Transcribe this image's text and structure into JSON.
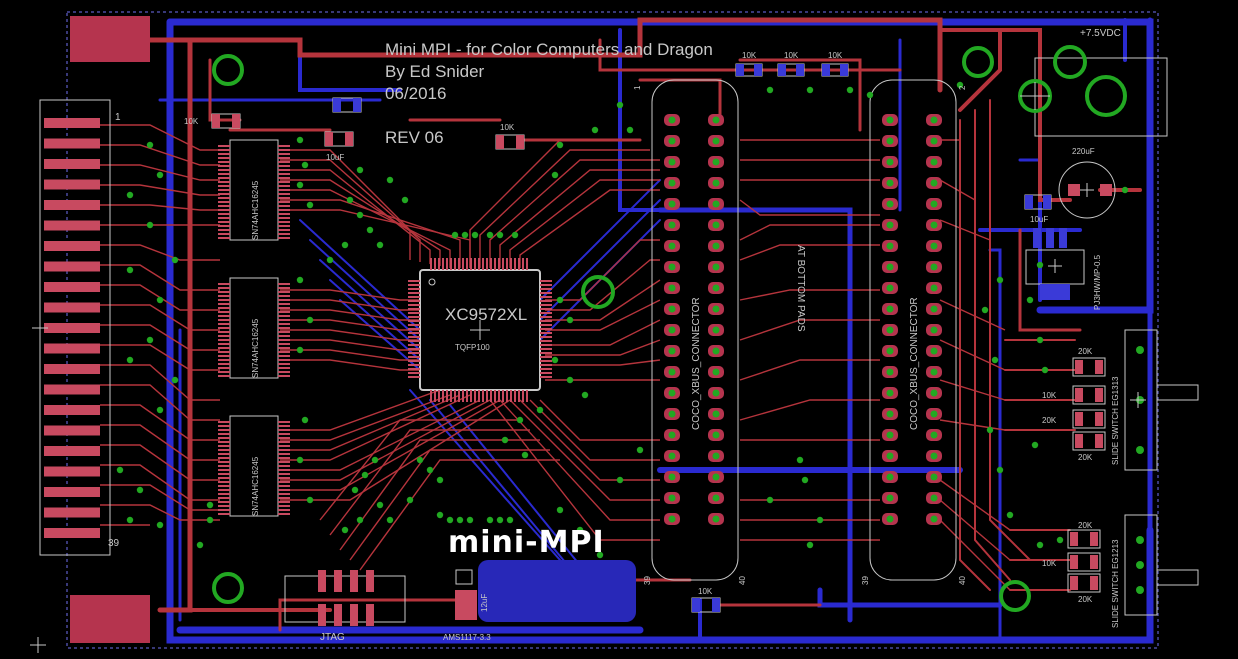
{
  "board": {
    "title_line1": "Mini MPI - for Color Computers and Dragon",
    "title_line2": "By Ed Snider",
    "title_line3": "06/2016",
    "revision": "REV 06",
    "logo": "mini-MPI",
    "power_label": "+7.5VDC",
    "colors": {
      "background": "#000000",
      "top_copper": "#b5343c",
      "bottom_copper": "#2a2ad0",
      "via": "#22a822",
      "silkscreen": "#c8c8c8",
      "pad": "#c84a60",
      "edge": "#4a4aa0"
    }
  },
  "components": {
    "cpld_part": "XC9572XL",
    "cpld_package": "TQFP100",
    "buffer_label": "SN74AHC16245",
    "xbus_left": "COCO_XBUS_CONNECTOR",
    "xbus_right": "COCO_XBUS_CONNECTOR",
    "ai_label": "AT BOTTOM PADS",
    "jtag": "JTAG",
    "reg_label": "PJ3HW/MP-0.5",
    "switch1": "SLIDE SWITCH EG1313",
    "switch2": "SLIDE SWITCH EG1213",
    "cap_220": "220uF",
    "cap_10a": "10uF",
    "cap_10b": "10uF",
    "cap_12": "12uF",
    "ams": "AMS1117-3.3",
    "edge_pin1": "1",
    "edge_pin39": "39",
    "conn_pin1": "1",
    "conn_pin2": "2",
    "conn_pin39": "39",
    "conn_pin40": "40"
  },
  "resistors": {
    "r_top1": "10K",
    "r_top2": "10K",
    "r_top3": "10K",
    "r_left": "10K",
    "r_mid": "10K",
    "r_bottom": "10K",
    "r_sw1a": "20K",
    "r_sw1b": "10K",
    "r_sw1c": "20K",
    "r_sw1d": "20K",
    "r_sw2a": "20K",
    "r_sw2b": "10K",
    "r_sw2c": "20K"
  }
}
